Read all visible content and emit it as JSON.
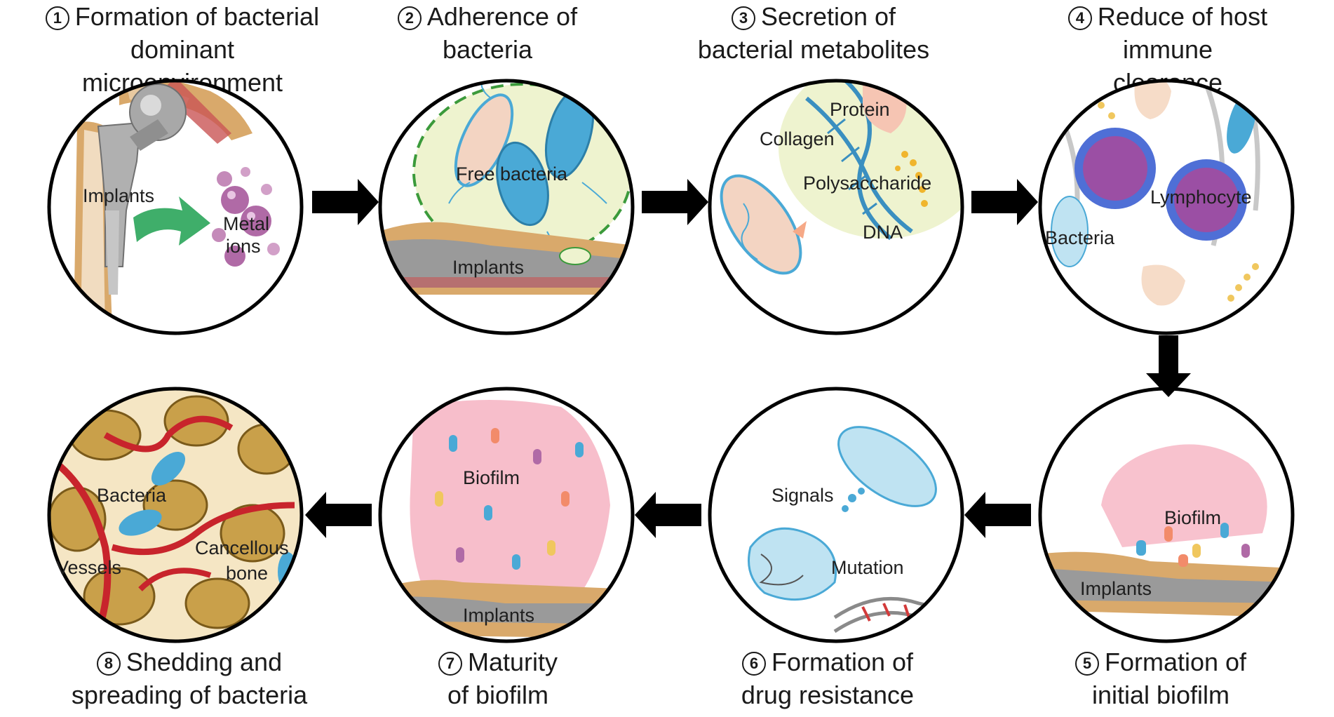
{
  "steps": [
    {
      "num": "1",
      "line1": "Formation of bacterial",
      "line2": "dominant microenvironment",
      "labels": [
        "Implants",
        "Metal",
        "ions"
      ]
    },
    {
      "num": "2",
      "line1": "Adherence of",
      "line2": "bacteria",
      "labels": [
        "Free bacteria",
        "Implants"
      ]
    },
    {
      "num": "3",
      "line1": "Secretion of",
      "line2": "bacterial metabolites",
      "labels": [
        "Protein",
        "Collagen",
        "Polysaccharide",
        "DNA"
      ]
    },
    {
      "num": "4",
      "line1": "Reduce of host immune",
      "line2": "clearance",
      "labels": [
        "Lymphocyte",
        "Bacteria"
      ]
    },
    {
      "num": "5",
      "line1": "Formation of",
      "line2": "initial biofilm",
      "labels": [
        "Biofilm",
        "Implants"
      ]
    },
    {
      "num": "6",
      "line1": "Formation of",
      "line2": "drug resistance",
      "labels": [
        "Signals",
        "Mutation"
      ]
    },
    {
      "num": "7",
      "line1": "Maturity",
      "line2": "of biofilm",
      "labels": [
        "Biofilm",
        "Implants"
      ]
    },
    {
      "num": "8",
      "line1": "Shedding and",
      "line2": "spreading of bacteria",
      "labels": [
        "Bacteria",
        "Vessels",
        "Cancellous",
        "bone"
      ]
    }
  ],
  "colors": {
    "outline": "#000000",
    "bacteria_blue": "#4aa9d6",
    "bacteria_orange": "#f2c7a3",
    "biofilm_pink": "#f6b3c2",
    "bone_tan": "#d9a96b",
    "implant_gray": "#9a9a9a",
    "lymphocyte_purple": "#9b4fa4",
    "arrow": "#000000"
  }
}
